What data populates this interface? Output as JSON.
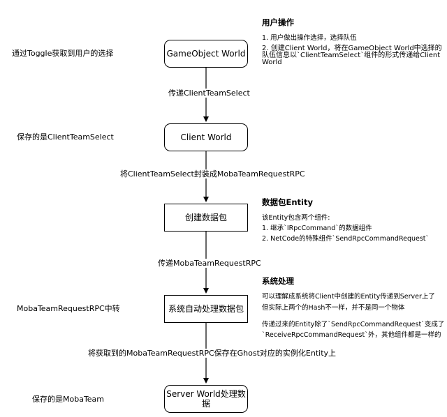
{
  "nodes": {
    "gameobject_world": "GameObject World",
    "client_world": "Client World",
    "create_packet": "创建数据包",
    "system_process": "系统自动处理数据包",
    "server_world": "Server World处理数据"
  },
  "edges": {
    "e1": "传递ClientTeamSelect",
    "e2": "将ClientTeamSelect封装成MobaTeamRequestRPC",
    "e3": "传递MobaTeamRequestRPC",
    "e4": "将获取到的MobaTeamRequestRPC保存在Ghost对应的实例化Entity上"
  },
  "side_notes": {
    "s1": "通过Toggle获取到用户的选择",
    "s2": "保存的是ClientTeamSelect",
    "s3": "MobaTeamRequestRPC中转",
    "s4": "保存的是MobaTeam"
  },
  "notes": {
    "user_ops": {
      "title": "用户操作",
      "line1": "1. 用户做出操作选择，选择队伍",
      "line2": "2. 创建Client World，将在GameObject World中选择的队伍信息以`ClientTeamSelect`组件的形式传递给Client World"
    },
    "packet_entity": {
      "title": "数据包Entity",
      "line1": "该Entity包含两个组件:",
      "line2": "1. 继承`IRpcCommand`的数据组件",
      "line3": "2. NetCode的特殊组件`SendRpcCommandRequest`"
    },
    "system_proc": {
      "title": "系统处理",
      "line1": "可以理解成系统将Client中创建的Entity传递到Server上了",
      "line2": "但实际上两个的Hash不一样，并不是同一个物体",
      "line3": "传递过来的Entity除了`SendRpcCommandRequest`变成了",
      "line4": "`ReceiveRpcCommandRequest`外，其他组件都是一样的"
    }
  }
}
